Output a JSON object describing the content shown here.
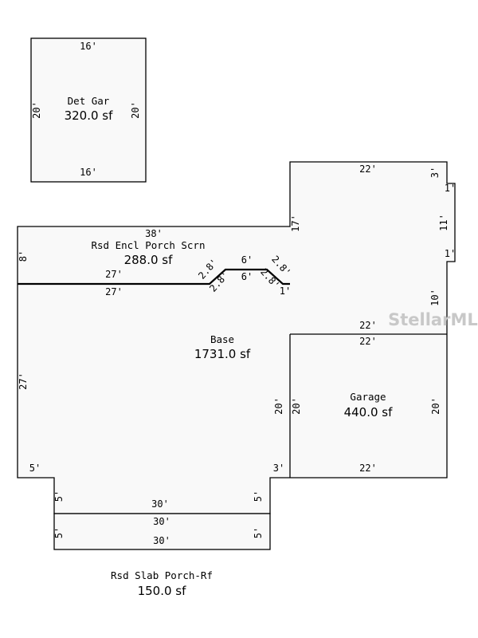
{
  "watermark": "StellarMLS",
  "areas": {
    "det_gar": {
      "name": "Det Gar",
      "size": "320.0 sf"
    },
    "porch_scrn": {
      "name": "Rsd Encl Porch Scrn",
      "size": "288.0 sf"
    },
    "base": {
      "name": "Base",
      "size": "1731.0 sf"
    },
    "garage": {
      "name": "Garage",
      "size": "440.0 sf"
    },
    "slab_porch": {
      "name": "Rsd Slab Porch-Rf",
      "size": "150.0 sf"
    }
  },
  "dimensions": {
    "det_top": "16'",
    "det_bottom": "16'",
    "det_left": "20'",
    "det_right": "20'",
    "porch_top": "38'",
    "porch_left": "8'",
    "porch_bottom_in": "27'",
    "base_below_porch": "27'",
    "ang_a": "2.8'",
    "ang_b": "2.8'",
    "mid_top": "6'",
    "mid_bottom": "6'",
    "ang_c": "2.8'",
    "ang_d": "2.8'",
    "small_one": "1'",
    "right_top": "22'",
    "right_notch_3": "3'",
    "right_notch_1a": "1'",
    "right_notch_11": "11'",
    "right_notch_1b": "1'",
    "right_10": "10'",
    "right_17": "17'",
    "base_22": "22'",
    "garage_top": "22'",
    "garage_left_out": "20'",
    "garage_left_in": "20'",
    "garage_right": "20'",
    "garage_bottom": "22'",
    "base_left": "27'",
    "base_5_left": "5'",
    "base_3": "3'",
    "step_5_left": "5'",
    "step_5_right": "5'",
    "base_bottom_30": "30'",
    "slab_top_30": "30'",
    "slab_bottom_30": "30'",
    "slab_left_5": "5'",
    "slab_right_5": "5'"
  }
}
